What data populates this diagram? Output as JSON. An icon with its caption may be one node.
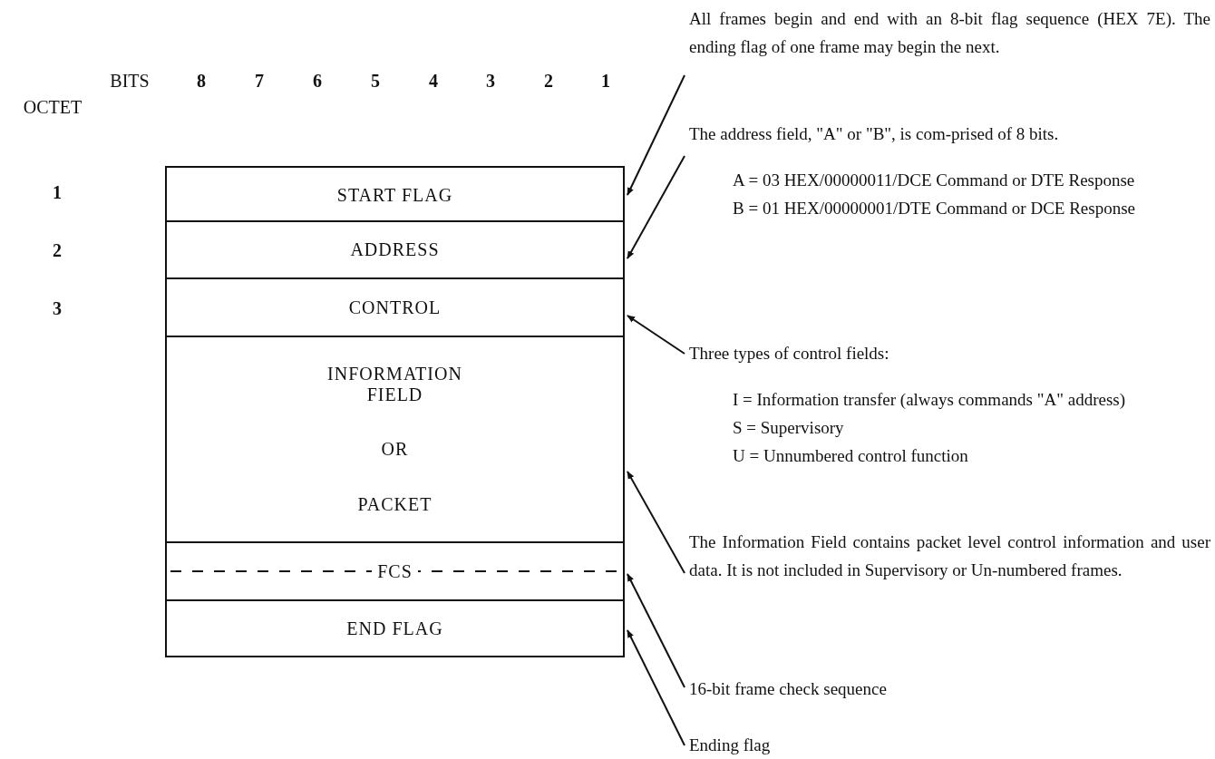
{
  "diagram": {
    "nodes": [
      {
        "text": [
          "START FLAG"
        ]
      },
      {
        "text": [
          "ADDRESS"
        ]
      },
      {
        "text": [
          "CONTROL"
        ]
      },
      {
        "text": [
          "INFORMATION FIELD",
          "OR",
          "PACKET"
        ]
      },
      {
        "text": [
          "FCS"
        ]
      },
      {
        "text": [
          "END FLAG"
        ]
      },
      {
        "text": [
          "All frames begin and end with an 8-bit flag sequence (HEX 7E).  The ending flag of one frame may begin the next."
        ]
      },
      {
        "text": [
          "The address field, \"A\" or \"B\", is com-prised of 8 bits.",
          "A = 03 HEX/00000011/DCE Command or DTE Response",
          "B = 01 HEX/00000001/DTE Command or DCE Response"
        ]
      },
      {
        "text": [
          "Three types of control fields:",
          "I = Information transfer (always commands \"A\" address)",
          "S = Supervisory",
          "U = Unnumbered control function"
        ]
      },
      {
        "text": [
          "The Information Field contains packet level control information and user data. It is not included in Supervisory or Un-numbered frames."
        ]
      },
      {
        "text": [
          "16-bit frame check sequence"
        ]
      },
      {
        "text": [
          "Ending flag"
        ]
      }
    ],
    "edges": [
      {
        "from": 6,
        "to": 0,
        "arrow": "to"
      },
      {
        "from": 7,
        "to": 1,
        "arrow": "to"
      },
      {
        "from": 8,
        "to": 2,
        "arrow": "to"
      },
      {
        "from": 9,
        "to": 3,
        "arrow": "to"
      },
      {
        "from": 10,
        "to": 4,
        "arrow": "to"
      },
      {
        "from": 11,
        "to": 5,
        "arrow": "to"
      }
    ],
    "labels": [
      "BITS",
      "8",
      "7",
      "6",
      "5",
      "4",
      "3",
      "2",
      "1",
      "OCTET",
      "1",
      "2",
      "3"
    ]
  }
}
